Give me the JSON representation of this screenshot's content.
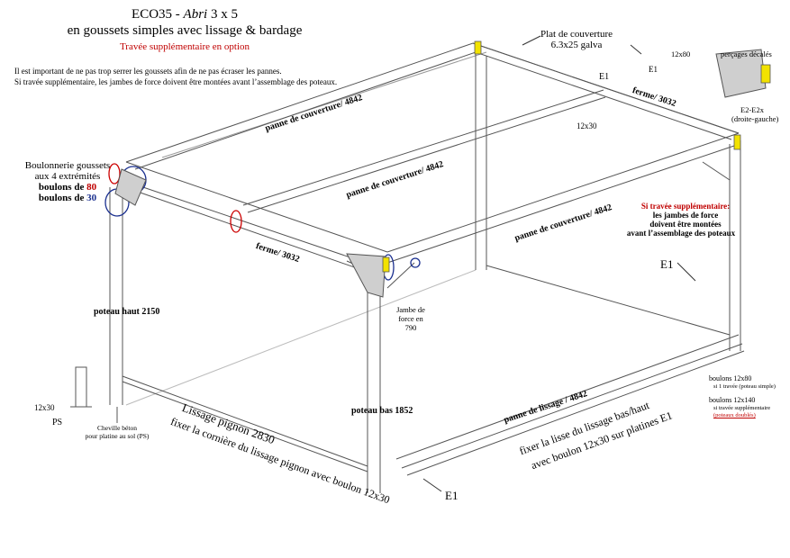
{
  "title": {
    "line1_prefix": "ECO35 - ",
    "line1_italic": "Abri",
    "line1_suffix": " 3 x 5",
    "line2": "en goussets simples avec lissage & bardage",
    "line3": "Travée supplémentaire en option"
  },
  "notes": {
    "line1": "Il est important de ne pas trop serrer les goussets afin de ne pas écraser les pannes.",
    "line2": "Si travée supplémentaire, les jambes de force doivent être montées avant l’assemblage des poteaux."
  },
  "bolts": {
    "l1": "Boulonnerie goussets",
    "l2": "aux 4 extrémités",
    "l3_prefix": "boulons de ",
    "l3_value": "80",
    "l4_prefix": "boulons de ",
    "l4_value": "30"
  },
  "top_labels": {
    "plat1": "Plat de couverture",
    "plat2": "6.3x25 galva",
    "e1_top": "E1",
    "e1_small": "E1",
    "b12x80": "12x80",
    "b12x30": "12x30",
    "percages": "perçages décalés",
    "e2": "E2-E2x",
    "droite": "(droite-gauche)"
  },
  "members": {
    "panne1": "panne de couverture/ 4842",
    "panne2": "panne de couverture/ 4842",
    "panne3": "panne de couverture/ 4842",
    "ferme_back": "ferme/ 3032",
    "ferme_front": "ferme/ 3032",
    "poteau_haut": "poteau haut 2150",
    "poteau_bas": "poteau bas 1852",
    "panne_lissage": "panne de lissage / 4842",
    "jambe1": "Jambe de",
    "jambe2": "force en",
    "jambe3": "790"
  },
  "si_travee": {
    "l1": "Si travée supplémentaire:",
    "l2": "les jambes de force",
    "l3": "doivent être montées",
    "l4": "avant l’assemblage des poteaux"
  },
  "lissage_pignon": {
    "l1": "Lissage pignon 2830",
    "l2": "fixer la cornière du lissage pignon avec boulon 12x30"
  },
  "lisse_note": {
    "l1": "fixer la lisse du lissage bas/haut",
    "l2": "avec boulon 12x30 sur platines E1"
  },
  "bottom_left": {
    "b12x30": "12x30",
    "ps": "PS",
    "cheville1": "Cheville béton",
    "cheville2": "pour platine au sol (PS)"
  },
  "right_bolts": {
    "b1": "boulons 12x80",
    "b1_note": "si 1 travée (poteau simple)",
    "b2": "boulons 12x140",
    "b2_note1": "si travée supplémentaire",
    "b2_note2": "(poteaux doublés)"
  },
  "e1_arrow_right": "E1",
  "e1_arrow_bottom": "E1",
  "colors": {
    "frame": "#555555",
    "highlight_red": "#cc0000",
    "highlight_blue": "#1a2f8f",
    "bracket": "#f2e200"
  }
}
